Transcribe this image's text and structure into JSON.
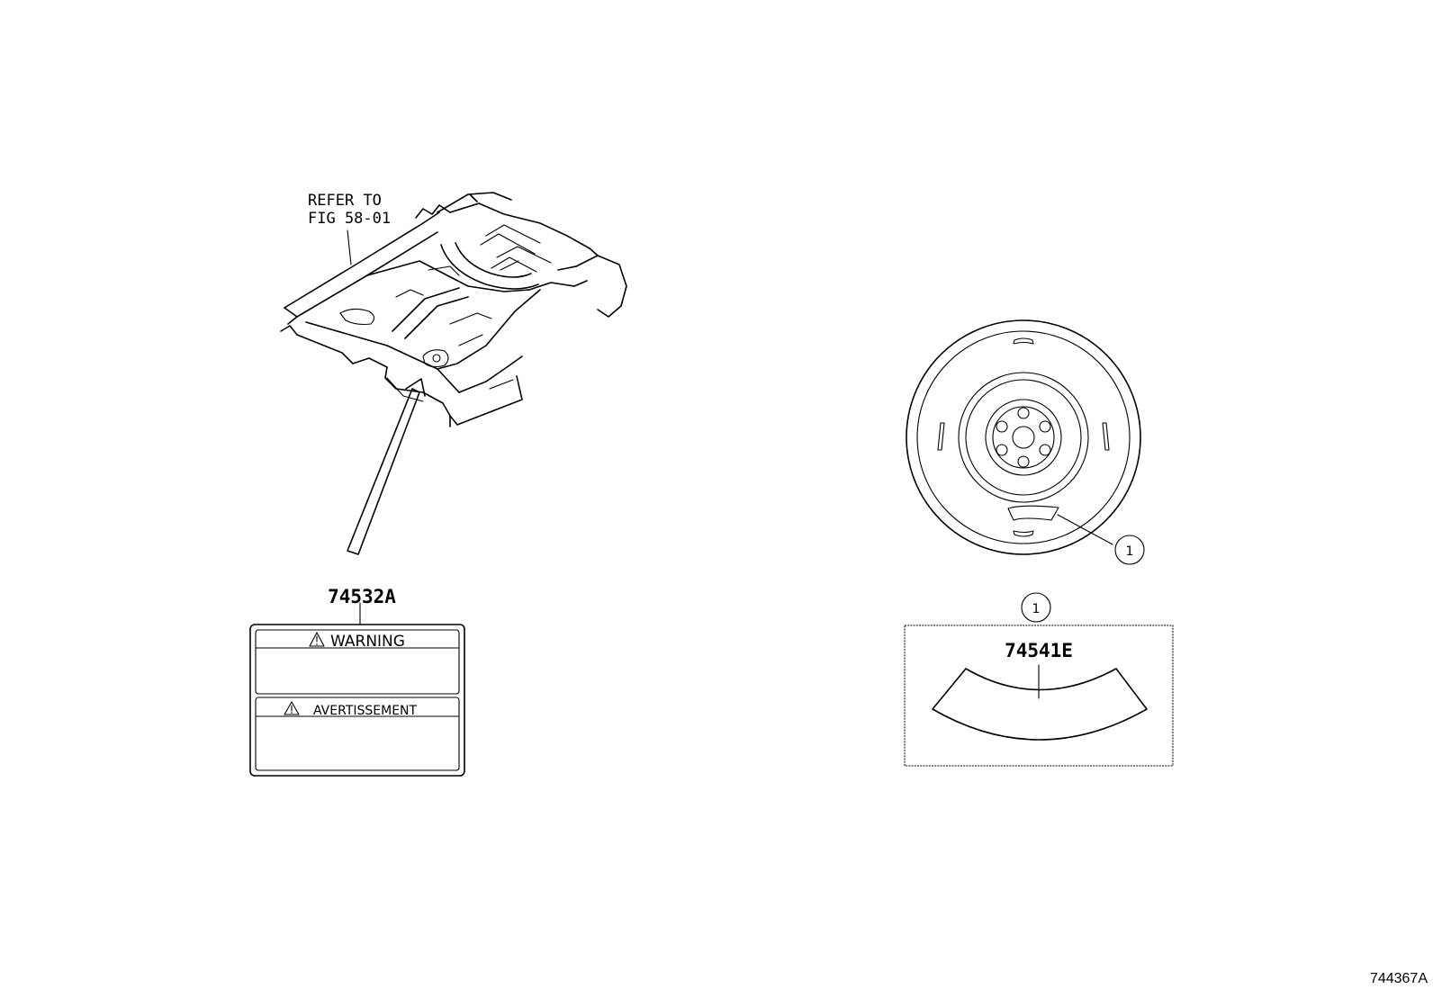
{
  "reference": {
    "line1": "REFER TO",
    "line2": "FIG 58-01"
  },
  "parts": {
    "warning_label_part": "74532A",
    "wheel_label_part": "74541E"
  },
  "warning_label": {
    "warning_text": "WARNING",
    "avertissement_text": "AVERTISSEMENT"
  },
  "callouts": {
    "wheel_callout": "1",
    "detail_callout": "1"
  },
  "figure_id": "744367A"
}
